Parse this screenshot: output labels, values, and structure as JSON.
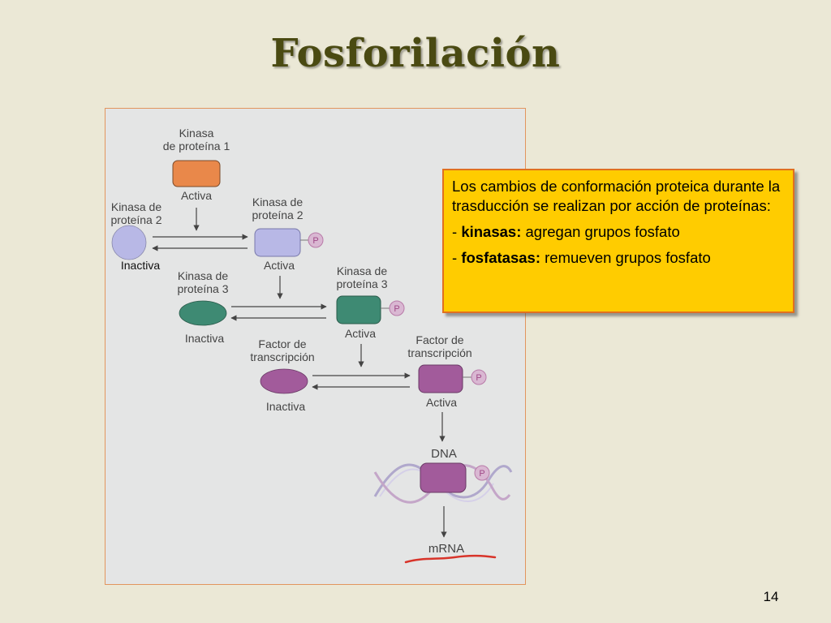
{
  "slide": {
    "title": "Fosforilación",
    "page_number": "14"
  },
  "diagram": {
    "kinase1": {
      "name": "Kinasa\nde proteína 1",
      "state": "Activa"
    },
    "kinase2_inactive": {
      "name": "Kinasa de\nproteína 2",
      "state": "Inactiva"
    },
    "kinase2_active": {
      "name": "Kinasa de\nproteína 2",
      "state": "Activa"
    },
    "kinase3_inactive": {
      "name": "Kinasa de\nproteína 3",
      "state": "Inactiva"
    },
    "kinase3_active": {
      "name": "Kinasa de\nproteína 3",
      "state": "Activa"
    },
    "tf_inactive": {
      "name": "Factor de\ntranscripción",
      "state": "Inactiva"
    },
    "tf_active": {
      "name": "Factor de\ntranscripción",
      "state": "Activa"
    },
    "phosphate_label": "P",
    "dna_label": "DNA",
    "mrna_label": "mRNA",
    "colors": {
      "kinase1": "#e9884a",
      "kinase2": "#b8b8e6",
      "kinase3": "#3e8a73",
      "tf": "#a25b9b",
      "phosphate": "#b87aa8",
      "underline": "#d8342a"
    }
  },
  "callout": {
    "intro": "Los cambios de conformación proteica durante la trasducción se realizan por acción de proteínas:",
    "items": [
      {
        "prefix": "- ",
        "term": "kinasas:",
        "text": " agregan grupos fosfato"
      },
      {
        "prefix": "- ",
        "term": "fosfatasas:",
        "text": " remueven grupos fosfato"
      }
    ]
  }
}
